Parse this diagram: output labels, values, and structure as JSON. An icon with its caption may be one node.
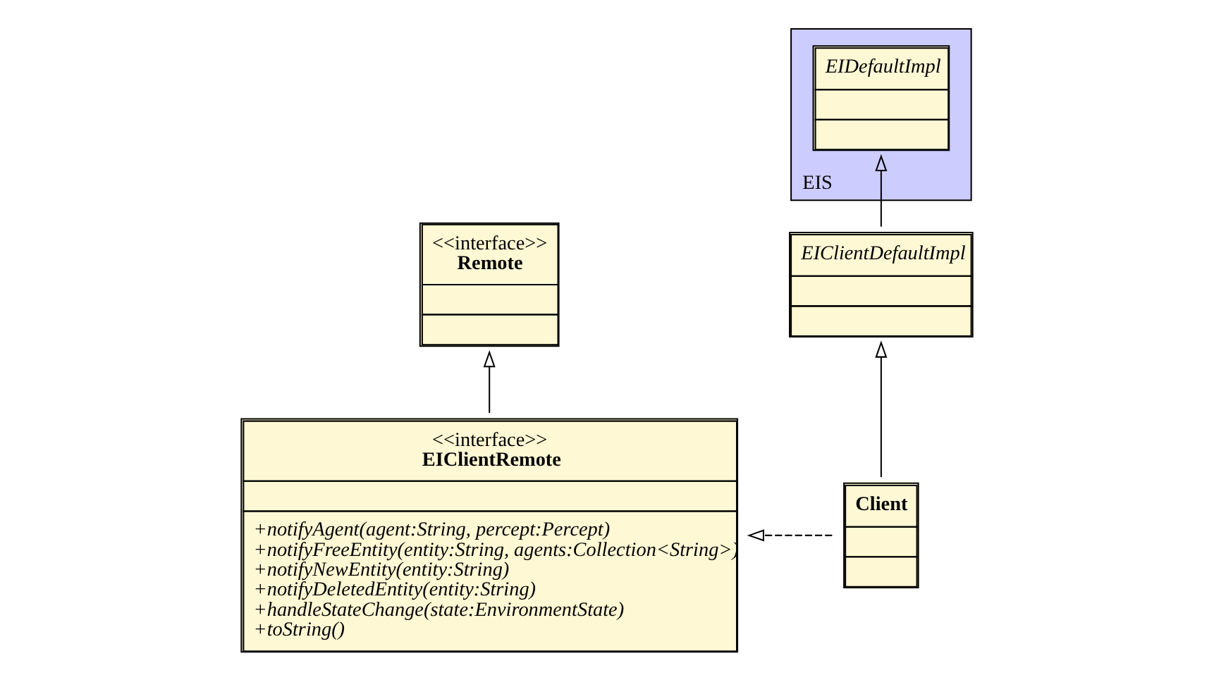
{
  "diagram": {
    "nodes": [
      {
        "text": [
          "<<interface>>",
          "Remote"
        ]
      },
      {
        "text": [
          "<<interface>>",
          "EIClientRemote",
          "+notifyAgent(agent:String, percept:Percept)",
          "+notifyFreeEntity(entity:String, agents:Collection<String>)",
          "+notifyNewEntity(entity:String)",
          "+notifyDeletedEntity(entity:String)",
          "+handleStateChange(state:EnvironmentState)",
          "+toString()"
        ]
      },
      {
        "text": [
          "EIS"
        ]
      },
      {
        "text": [
          "EIDefaultImpl"
        ],
        "in": 2
      },
      {
        "text": [
          "EIClientDefaultImpl"
        ]
      },
      {
        "text": [
          "Client"
        ]
      }
    ],
    "edges": [
      {
        "from": 1,
        "to": 0,
        "arrow": "to"
      },
      {
        "from": 4,
        "to": 3,
        "arrow": "to"
      },
      {
        "from": 5,
        "to": 4,
        "arrow": "to"
      },
      {
        "from": 5,
        "to": 1,
        "arrow": "to",
        "style": "dashed"
      }
    ]
  }
}
